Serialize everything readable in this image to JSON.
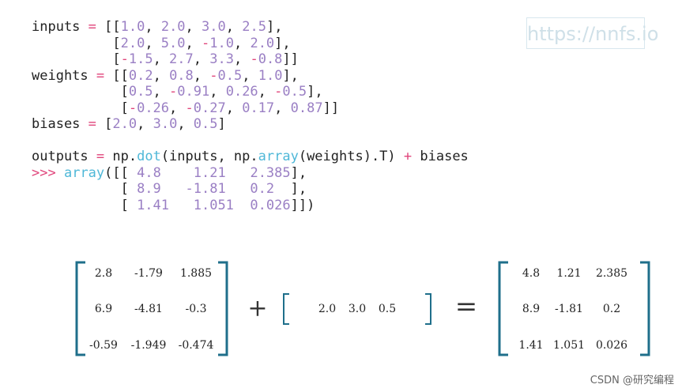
{
  "watermark": "https://nnfs.io",
  "code_lines": [
    [
      {
        "t": "inputs ",
        "c": "txt"
      },
      {
        "t": "=",
        "c": "op"
      },
      {
        "t": " [[",
        "c": "txt"
      },
      {
        "t": "1.0",
        "c": "num"
      },
      {
        "t": ", ",
        "c": "txt"
      },
      {
        "t": "2.0",
        "c": "num"
      },
      {
        "t": ", ",
        "c": "txt"
      },
      {
        "t": "3.0",
        "c": "num"
      },
      {
        "t": ", ",
        "c": "txt"
      },
      {
        "t": "2.5",
        "c": "num"
      },
      {
        "t": "],",
        "c": "txt"
      }
    ],
    [
      {
        "t": "          [",
        "c": "txt"
      },
      {
        "t": "2.0",
        "c": "num"
      },
      {
        "t": ", ",
        "c": "txt"
      },
      {
        "t": "5.0",
        "c": "num"
      },
      {
        "t": ", ",
        "c": "txt"
      },
      {
        "t": "-",
        "c": "op"
      },
      {
        "t": "1.0",
        "c": "num"
      },
      {
        "t": ", ",
        "c": "txt"
      },
      {
        "t": "2.0",
        "c": "num"
      },
      {
        "t": "],",
        "c": "txt"
      }
    ],
    [
      {
        "t": "          [",
        "c": "txt"
      },
      {
        "t": "-",
        "c": "op"
      },
      {
        "t": "1.5",
        "c": "num"
      },
      {
        "t": ", ",
        "c": "txt"
      },
      {
        "t": "2.7",
        "c": "num"
      },
      {
        "t": ", ",
        "c": "txt"
      },
      {
        "t": "3.3",
        "c": "num"
      },
      {
        "t": ", ",
        "c": "txt"
      },
      {
        "t": "-",
        "c": "op"
      },
      {
        "t": "0.8",
        "c": "num"
      },
      {
        "t": "]]",
        "c": "txt"
      }
    ],
    [
      {
        "t": "weights ",
        "c": "txt"
      },
      {
        "t": "=",
        "c": "op"
      },
      {
        "t": " [[",
        "c": "txt"
      },
      {
        "t": "0.2",
        "c": "num"
      },
      {
        "t": ", ",
        "c": "txt"
      },
      {
        "t": "0.8",
        "c": "num"
      },
      {
        "t": ", ",
        "c": "txt"
      },
      {
        "t": "-",
        "c": "op"
      },
      {
        "t": "0.5",
        "c": "num"
      },
      {
        "t": ", ",
        "c": "txt"
      },
      {
        "t": "1.0",
        "c": "num"
      },
      {
        "t": "],",
        "c": "txt"
      }
    ],
    [
      {
        "t": "           [",
        "c": "txt"
      },
      {
        "t": "0.5",
        "c": "num"
      },
      {
        "t": ", ",
        "c": "txt"
      },
      {
        "t": "-",
        "c": "op"
      },
      {
        "t": "0.91",
        "c": "num"
      },
      {
        "t": ", ",
        "c": "txt"
      },
      {
        "t": "0.26",
        "c": "num"
      },
      {
        "t": ", ",
        "c": "txt"
      },
      {
        "t": "-",
        "c": "op"
      },
      {
        "t": "0.5",
        "c": "num"
      },
      {
        "t": "],",
        "c": "txt"
      }
    ],
    [
      {
        "t": "           [",
        "c": "txt"
      },
      {
        "t": "-",
        "c": "op"
      },
      {
        "t": "0.26",
        "c": "num"
      },
      {
        "t": ", ",
        "c": "txt"
      },
      {
        "t": "-",
        "c": "op"
      },
      {
        "t": "0.27",
        "c": "num"
      },
      {
        "t": ", ",
        "c": "txt"
      },
      {
        "t": "0.17",
        "c": "num"
      },
      {
        "t": ", ",
        "c": "txt"
      },
      {
        "t": "0.87",
        "c": "num"
      },
      {
        "t": "]]",
        "c": "txt"
      }
    ],
    [
      {
        "t": "biases ",
        "c": "txt"
      },
      {
        "t": "=",
        "c": "op"
      },
      {
        "t": " [",
        "c": "txt"
      },
      {
        "t": "2.0",
        "c": "num"
      },
      {
        "t": ", ",
        "c": "txt"
      },
      {
        "t": "3.0",
        "c": "num"
      },
      {
        "t": ", ",
        "c": "txt"
      },
      {
        "t": "0.5",
        "c": "num"
      },
      {
        "t": "]",
        "c": "txt"
      }
    ],
    [],
    [
      {
        "t": "outputs ",
        "c": "txt"
      },
      {
        "t": "=",
        "c": "op"
      },
      {
        "t": " np.",
        "c": "txt"
      },
      {
        "t": "dot",
        "c": "fn"
      },
      {
        "t": "(inputs, np.",
        "c": "txt"
      },
      {
        "t": "array",
        "c": "fn"
      },
      {
        "t": "(weights).T) ",
        "c": "txt"
      },
      {
        "t": "+",
        "c": "op"
      },
      {
        "t": " biases",
        "c": "txt"
      }
    ],
    [
      {
        "t": ">>>",
        "c": "prompt"
      },
      {
        "t": " ",
        "c": "txt"
      },
      {
        "t": "array",
        "c": "fn"
      },
      {
        "t": "([[ ",
        "c": "txt"
      },
      {
        "t": "4.8",
        "c": "num"
      },
      {
        "t": "    ",
        "c": "txt"
      },
      {
        "t": "1.21",
        "c": "num"
      },
      {
        "t": "   ",
        "c": "txt"
      },
      {
        "t": "2.385",
        "c": "num"
      },
      {
        "t": "],",
        "c": "txt"
      }
    ],
    [
      {
        "t": "           [ ",
        "c": "txt"
      },
      {
        "t": "8.9",
        "c": "num"
      },
      {
        "t": "   ",
        "c": "txt"
      },
      {
        "t": "-1.81",
        "c": "num"
      },
      {
        "t": "   ",
        "c": "txt"
      },
      {
        "t": "0.2",
        "c": "num"
      },
      {
        "t": "  ],",
        "c": "txt"
      }
    ],
    [
      {
        "t": "           [ ",
        "c": "txt"
      },
      {
        "t": "1.41",
        "c": "num"
      },
      {
        "t": "   ",
        "c": "txt"
      },
      {
        "t": "1.051",
        "c": "num"
      },
      {
        "t": "  ",
        "c": "txt"
      },
      {
        "t": "0.026",
        "c": "num"
      },
      {
        "t": "]])",
        "c": "txt"
      }
    ]
  ],
  "matrix_a": [
    [
      "2.8",
      "-1.79",
      "1.885"
    ],
    [
      "6.9",
      "-4.81",
      "-0.3"
    ],
    [
      "-0.59",
      "-1.949",
      "-0.474"
    ]
  ],
  "plus_sign": "+",
  "bias_row": [
    "2.0",
    "3.0",
    "0.5"
  ],
  "equals_sign": "=",
  "matrix_result": [
    [
      "4.8",
      "1.21",
      "2.385"
    ],
    [
      "8.9",
      "-1.81",
      "0.2"
    ],
    [
      "1.41",
      "1.051",
      "0.026"
    ]
  ],
  "credit": "CSDN @研究编程",
  "colors": {
    "bracket": "#1f6f8b",
    "number": "#9a7fc4",
    "operator": "#e0457b",
    "function": "#4fb8d8"
  }
}
